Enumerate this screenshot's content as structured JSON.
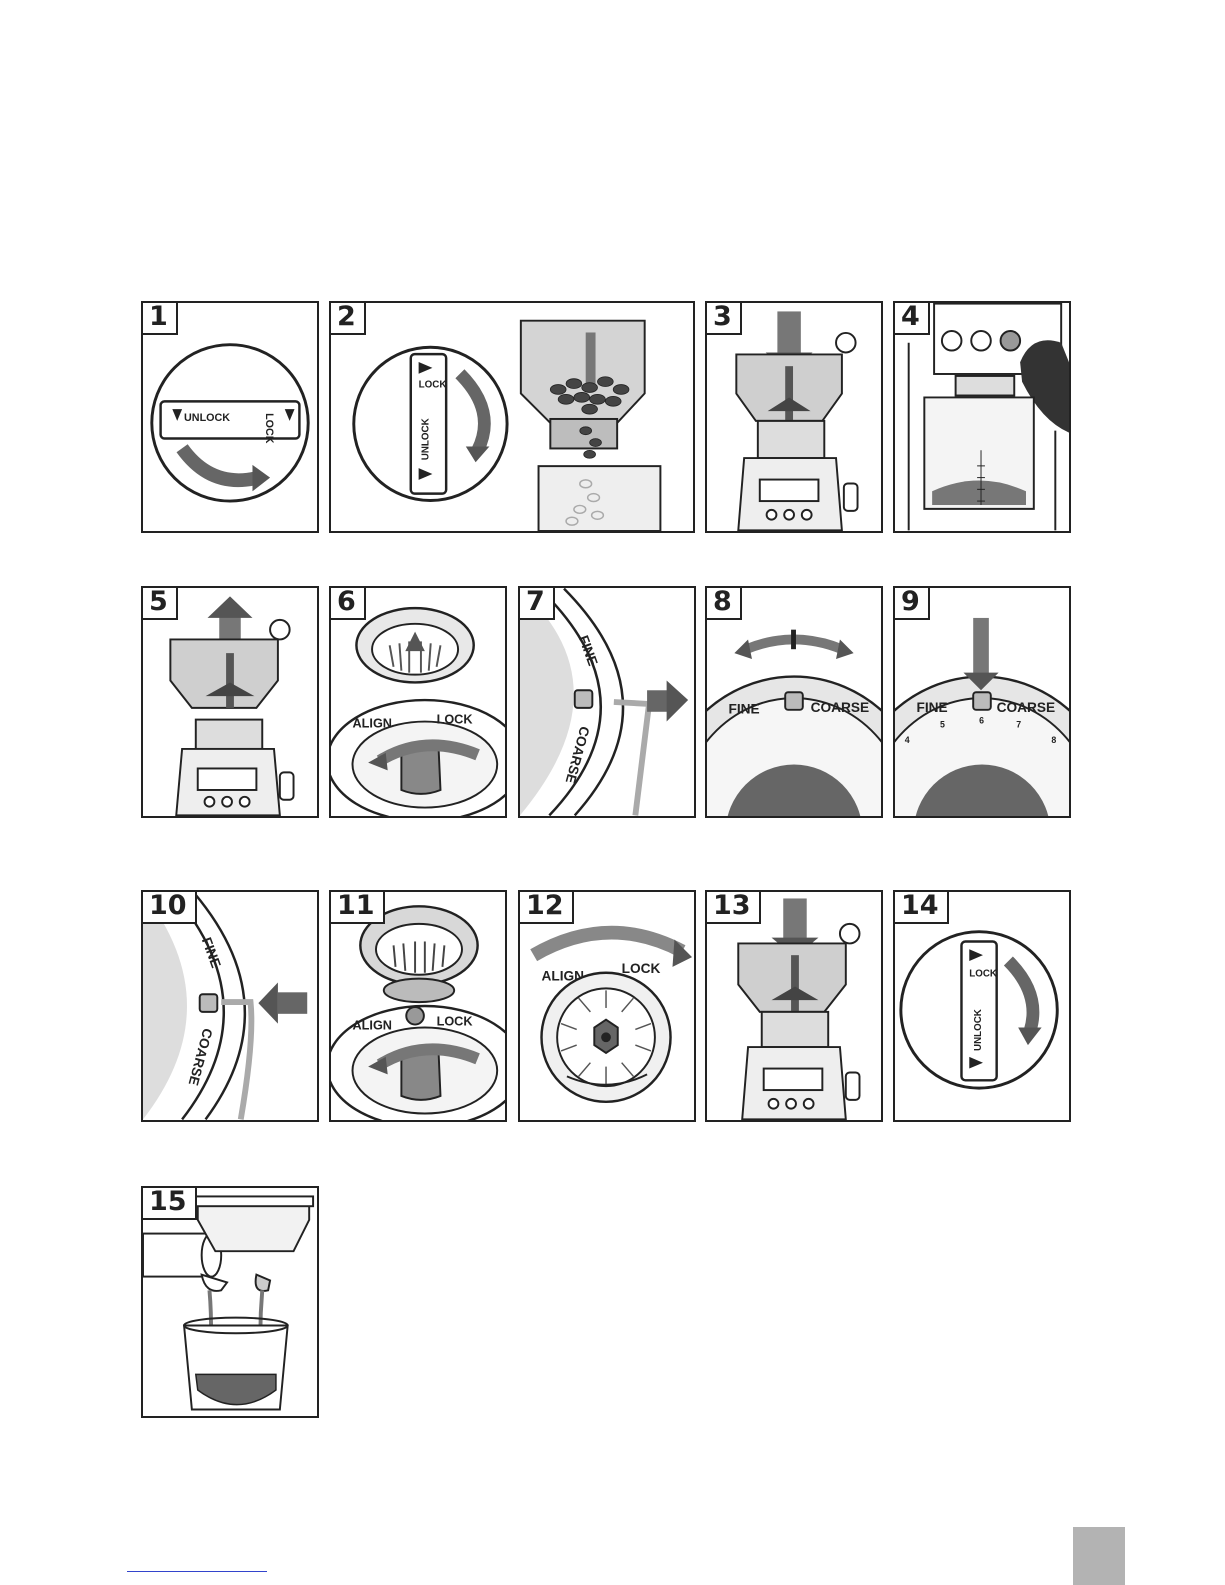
{
  "steps": [
    {
      "number": "1",
      "labels": [
        "UNLOCK",
        "LOCK"
      ]
    },
    {
      "number": "2",
      "labels": [
        "LOCK",
        "UNLOCK"
      ]
    },
    {
      "number": "3",
      "labels": []
    },
    {
      "number": "4",
      "labels": []
    },
    {
      "number": "5",
      "labels": []
    },
    {
      "number": "6",
      "labels": [
        "ALIGN",
        "LOCK"
      ]
    },
    {
      "number": "7",
      "labels": [
        "FINE",
        "COARSE"
      ]
    },
    {
      "number": "8",
      "labels": [
        "FINE",
        "COARSE"
      ]
    },
    {
      "number": "9",
      "labels": [
        "FINE",
        "COARSE"
      ],
      "scale": [
        "4",
        "5",
        "6",
        "7",
        "8"
      ]
    },
    {
      "number": "10",
      "labels": [
        "FINE",
        "COARSE"
      ]
    },
    {
      "number": "11",
      "labels": [
        "ALIGN",
        "LOCK"
      ]
    },
    {
      "number": "12",
      "labels": [
        "ALIGN",
        "LOCK"
      ]
    },
    {
      "number": "13",
      "labels": []
    },
    {
      "number": "14",
      "labels": [
        "LOCK",
        "UNLOCK"
      ]
    },
    {
      "number": "15",
      "labels": []
    }
  ],
  "colors": {
    "outline": "#222222",
    "arrow": "#555555",
    "fill": "#cfcfcf",
    "page_tab": "#b3b3b3",
    "footer_link": "#3344cc"
  }
}
